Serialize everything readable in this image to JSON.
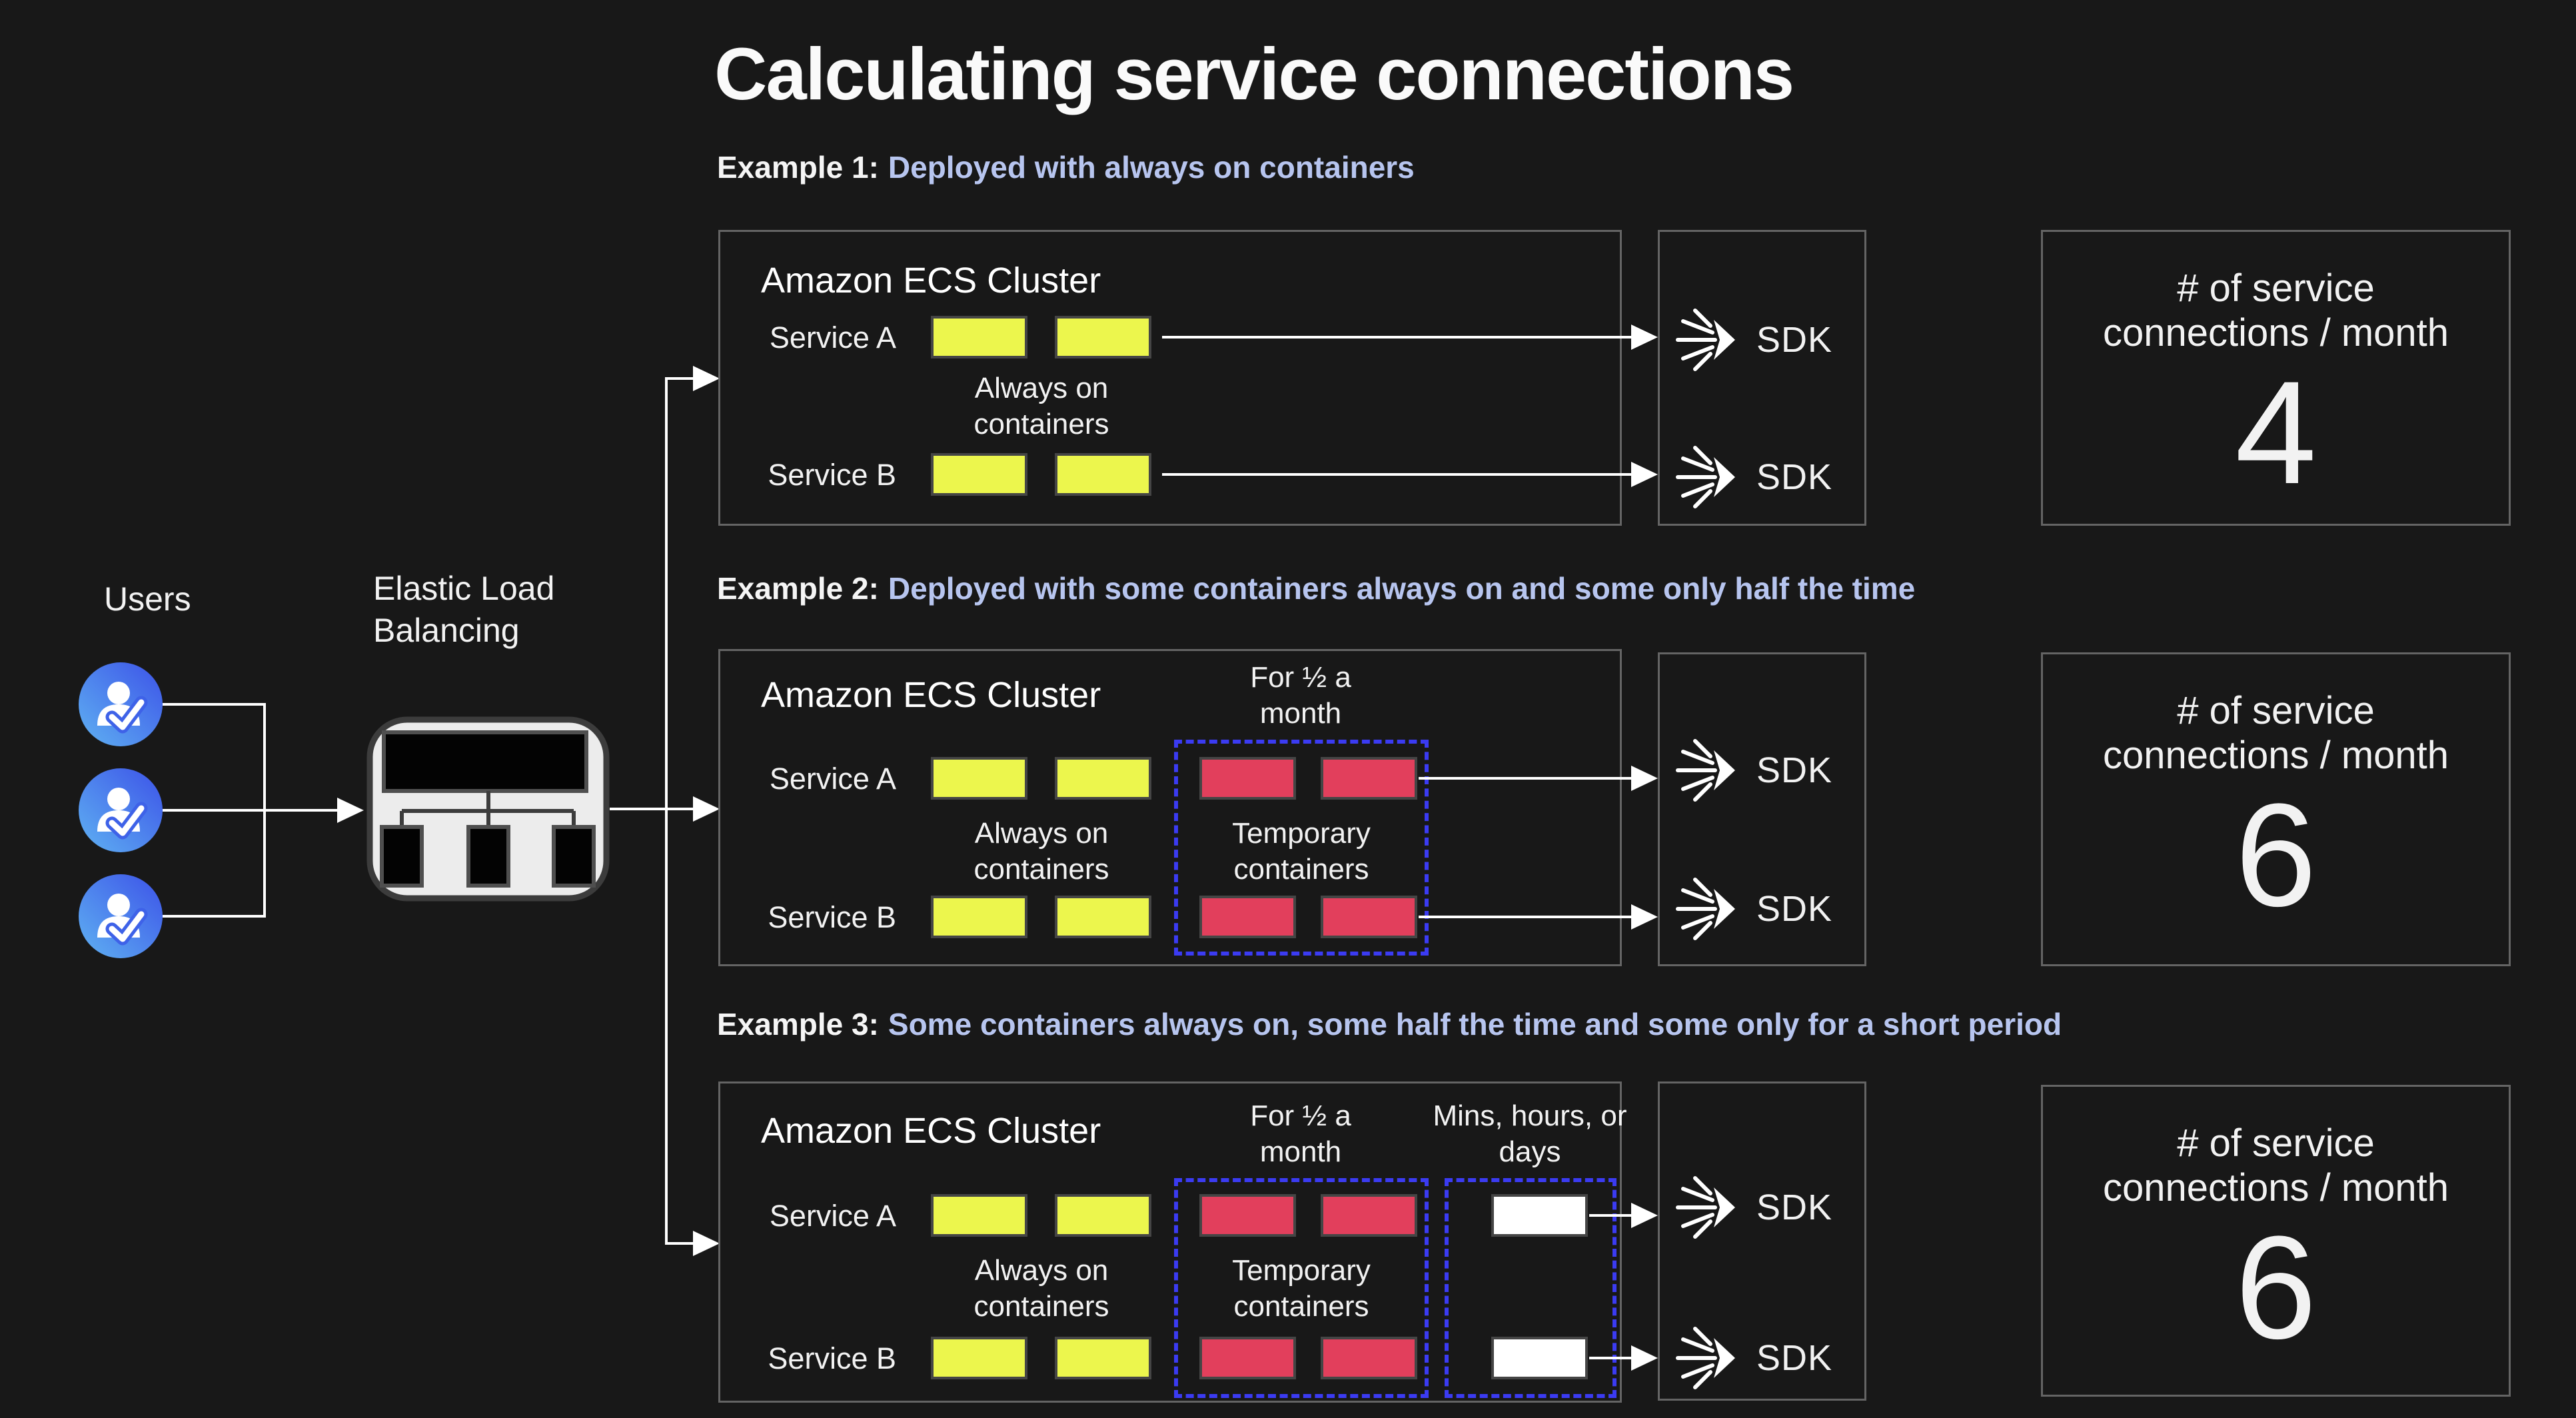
{
  "title": "Calculating service connections",
  "colors": {
    "background": "#181818",
    "accent_text": "#b7c5ef",
    "always_on_container": "#ecf64d",
    "temporary_container": "#e23f5c",
    "short_lived_container": "#ffffff",
    "dashed_outline": "#3b3bf2",
    "connector_line": "#ffffff",
    "user_icon_gradient": [
      "#5fb2f2",
      "#3c52e8"
    ]
  },
  "left_panel": {
    "users_label": "Users",
    "elb_label": "Elastic Load Balancing"
  },
  "shared": {
    "cluster_title": "Amazon ECS Cluster",
    "service_a_label": "Service A",
    "service_b_label": "Service B",
    "always_on_label": "Always on containers",
    "temporary_label": "Temporary containers",
    "half_month_label": "For ½ a month",
    "short_period_label": "Mins, hours, or days",
    "sdk_label": "SDK",
    "connections_label": "# of service connections / month"
  },
  "examples": [
    {
      "prefix": "Example 1:",
      "description": "Deployed with always on containers",
      "connections_per_month": "4"
    },
    {
      "prefix": "Example 2:",
      "description": "Deployed with some containers always on and some only half the time",
      "connections_per_month": "6"
    },
    {
      "prefix": "Example 3:",
      "description": "Some containers always on, some half the time and some only for a short period",
      "connections_per_month": "6"
    }
  ]
}
